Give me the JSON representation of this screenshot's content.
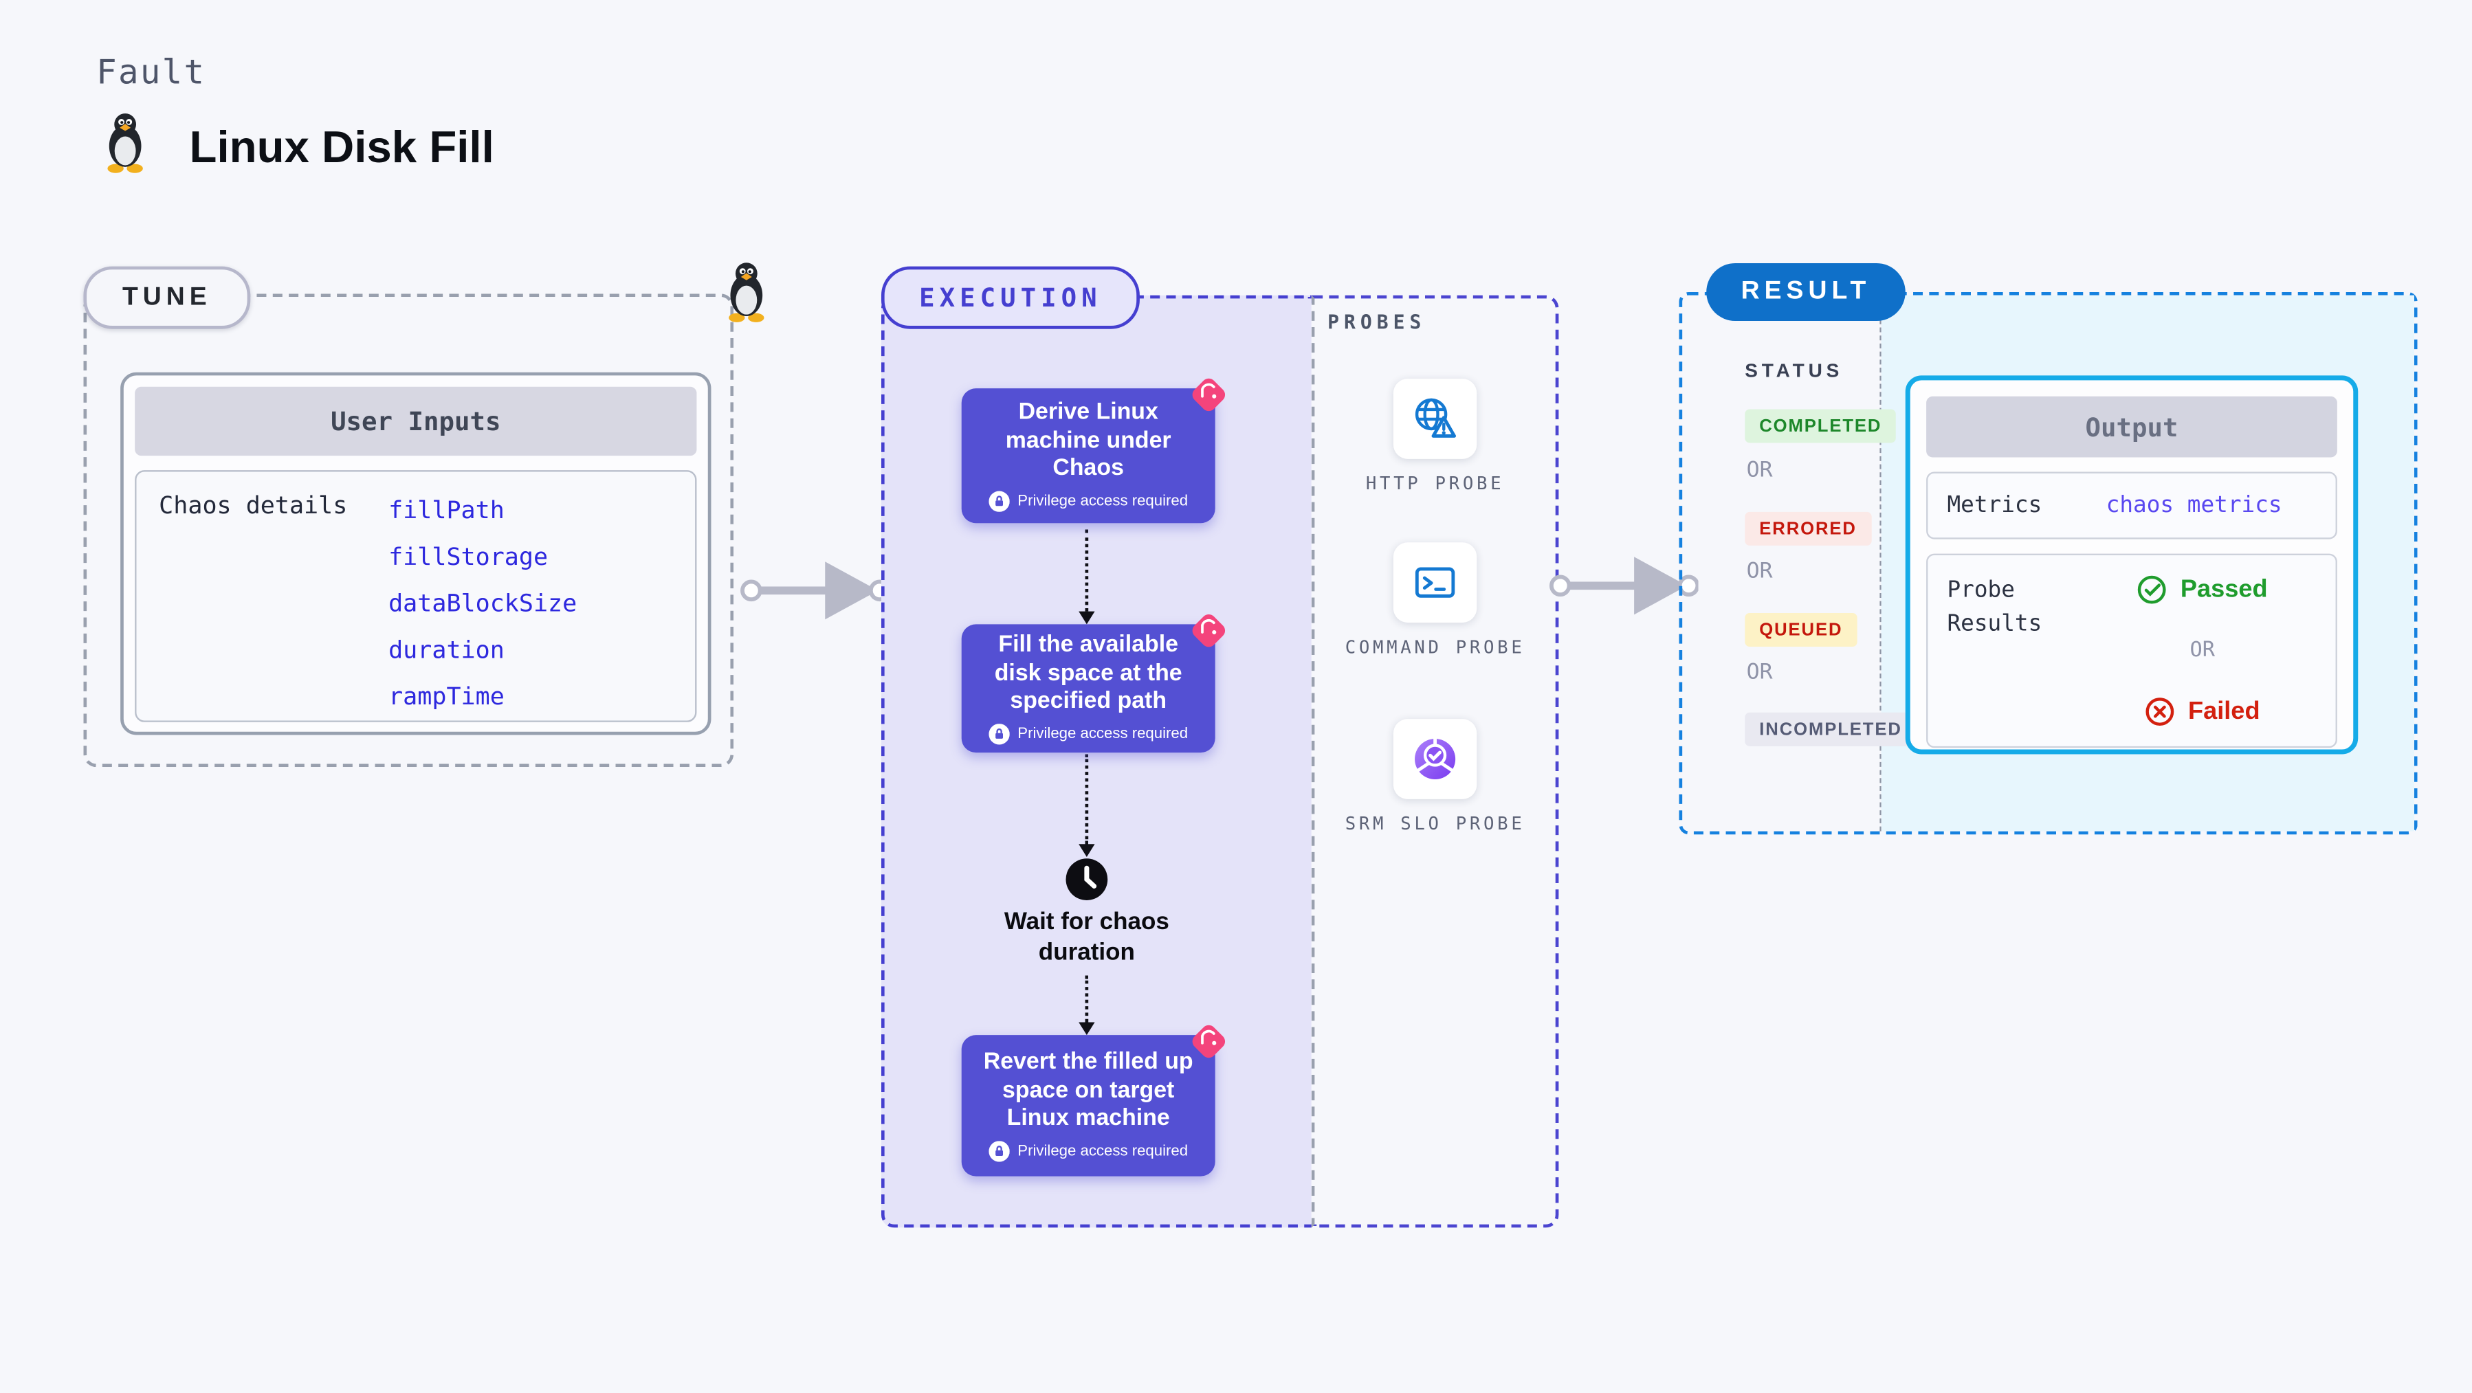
{
  "page": {
    "kicker": "Fault",
    "title": "Linux Disk Fill",
    "background": "#f6f7fb",
    "title_icon": "tux-penguin-icon"
  },
  "tune": {
    "label": "TUNE",
    "corner_icon": "tux-penguin-icon",
    "card_title": "User Inputs",
    "row_label": "Chaos details",
    "params": [
      "fillPath",
      "fillStorage",
      "dataBlockSize",
      "duration",
      "rampTime"
    ],
    "param_color": "#2d28de",
    "border_color": "#99a0ae"
  },
  "execution": {
    "label": "EXECUTION",
    "accent": "#453fd0",
    "panel_bg": "#e4e3f9",
    "step_bg": "#5450d3",
    "step_corner_icon": "chaos-pinwheel-icon",
    "steps": [
      {
        "text": "Derive Linux machine under Chaos",
        "note": "Privilege access required",
        "note_icon": "lock-icon"
      },
      {
        "text": "Fill the available disk space at the specified path",
        "note": "Privilege access required",
        "note_icon": "lock-icon"
      },
      {
        "text": "Revert the filled up space on target Linux machine",
        "note": "Privilege access required",
        "note_icon": "lock-icon"
      }
    ],
    "wait_icon": "clock-icon",
    "wait_label": "Wait for chaos duration"
  },
  "probes": {
    "label": "PROBES",
    "items": [
      {
        "name": "HTTP PROBE",
        "icon": "globe-alert-icon"
      },
      {
        "name": "COMMAND PROBE",
        "icon": "terminal-icon"
      },
      {
        "name": "SRM SLO PROBE",
        "icon": "slo-donut-icon"
      }
    ],
    "icon_color": "#1479d2"
  },
  "result": {
    "label": "RESULT",
    "pill_color": "#0f70c9",
    "border_color": "#1581df",
    "status_title": "STATUS",
    "or_label": "OR",
    "statuses": [
      {
        "label": "COMPLETED",
        "bg": "#def4de",
        "color": "#1d872a"
      },
      {
        "label": "ERRORED",
        "bg": "#fbe9e7",
        "color": "#c4170c"
      },
      {
        "label": "QUEUED",
        "bg": "#fdf2c6",
        "color": "#c4170c"
      },
      {
        "label": "INCOMPLETED",
        "bg": "#e9e9f1",
        "color": "#555b75"
      }
    ],
    "output": {
      "title": "Output",
      "box_border": "#15abe8",
      "area_bg": "#e7f6fd",
      "metrics_label": "Metrics",
      "metrics_value": "chaos metrics",
      "metrics_value_color": "#5948f0",
      "probe_label": "Probe Results",
      "passed": "Passed",
      "passed_color": "#1f9c2d",
      "passed_icon": "check-circle-icon",
      "or": "OR",
      "failed": "Failed",
      "failed_color": "#d3200f",
      "failed_icon": "x-circle-icon"
    }
  }
}
